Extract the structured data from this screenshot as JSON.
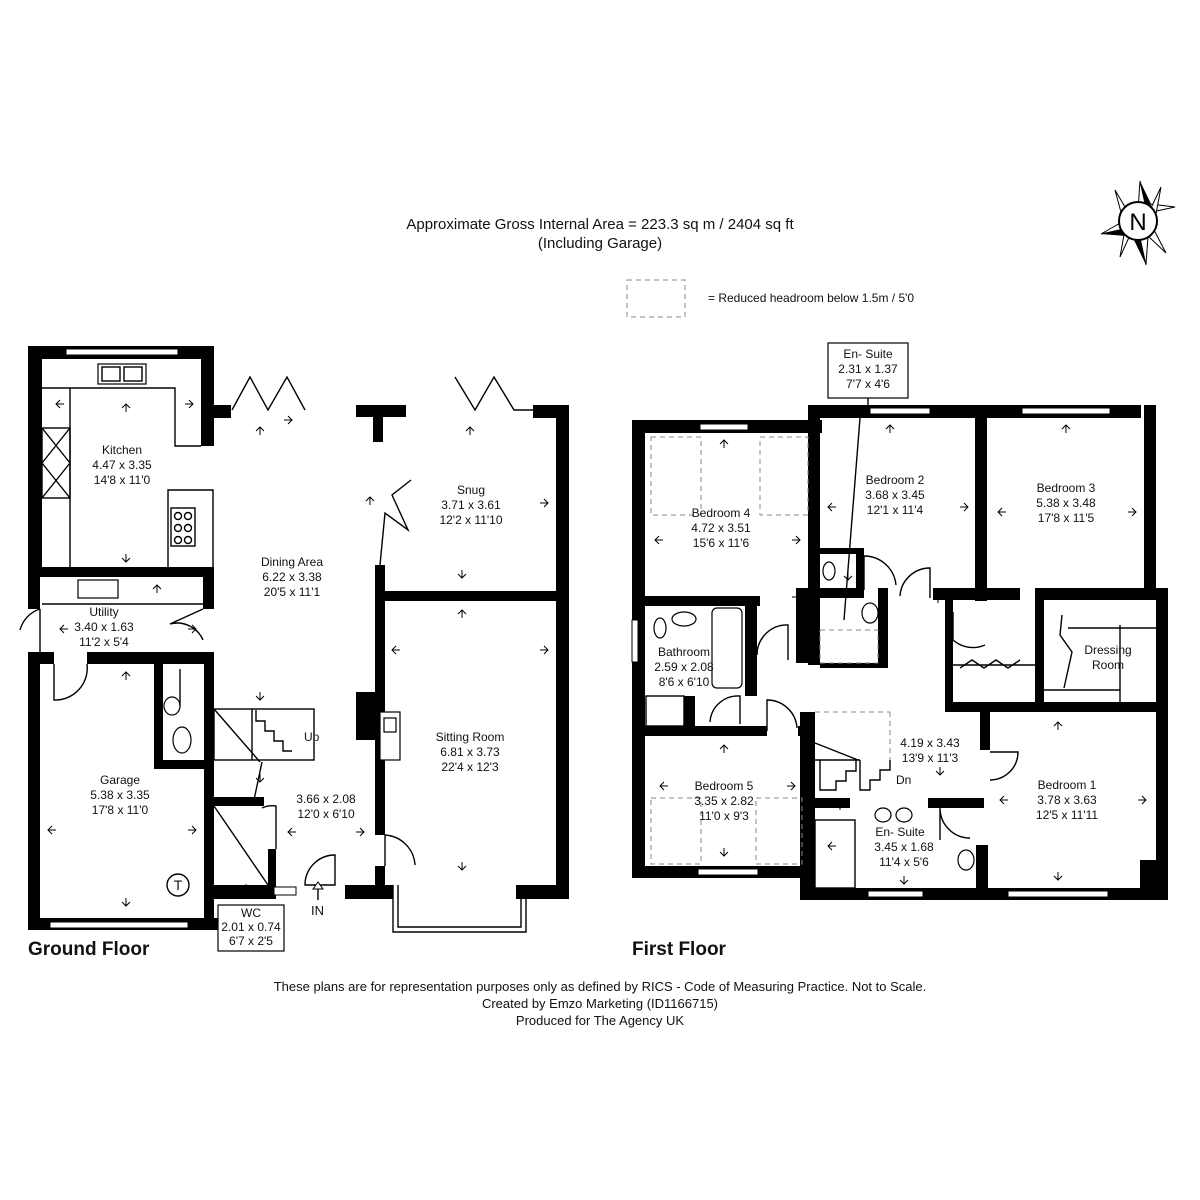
{
  "header": {
    "area_line": "Approximate Gross Internal Area = 223.3 sq m / 2404 sq ft",
    "garage_note": "(Including Garage)"
  },
  "legend": {
    "text": "= Reduced headroom below 1.5m / 5'0"
  },
  "compass": {
    "letter": "N",
    "icon": "compass-icon"
  },
  "floors": {
    "ground": {
      "label": "Ground Floor",
      "rooms": [
        {
          "name": "Kitchen",
          "metric": "4.47 x 3.35",
          "imperial": "14'8 x 11'0"
        },
        {
          "name": "Dining Area",
          "metric": "6.22 x 3.38",
          "imperial": "20'5 x 11'1"
        },
        {
          "name": "Snug",
          "metric": "3.71 x 3.61",
          "imperial": "12'2 x 11'10"
        },
        {
          "name": "Utility",
          "metric": "3.40 x 1.63",
          "imperial": "11'2 x 5'4"
        },
        {
          "name": "Garage",
          "metric": "5.38 x 3.35",
          "imperial": "17'8 x 11'0"
        },
        {
          "name": "Sitting Room",
          "metric": "6.81 x 3.73",
          "imperial": "22'4 x 12'3"
        },
        {
          "name": "",
          "metric": "3.66 x 2.08",
          "imperial": "12'0 x 6'10"
        },
        {
          "name": "WC",
          "metric": "2.01 x 0.74",
          "imperial": "6'7 x 2'5"
        }
      ],
      "up_label": "Up",
      "entrance_label": "IN",
      "tank_label": "T"
    },
    "first": {
      "label": "First Floor",
      "rooms": [
        {
          "name": "Bedroom 4",
          "metric": "4.72 x 3.51",
          "imperial": "15'6 x 11'6"
        },
        {
          "name": "Bedroom 2",
          "metric": "3.68 x 3.45",
          "imperial": "12'1 x 11'4"
        },
        {
          "name": "Bedroom 3",
          "metric": "5.38 x 3.48",
          "imperial": "17'8 x 11'5"
        },
        {
          "name": "En- Suite",
          "metric": "2.31 x 1.37",
          "imperial": "7'7 x 4'6"
        },
        {
          "name": "Bathroom",
          "metric": "2.59 x 2.08",
          "imperial": "8'6 x 6'10"
        },
        {
          "name": "Dressing Room",
          "metric": "",
          "imperial": ""
        },
        {
          "name": "",
          "metric": "4.19 x 3.43",
          "imperial": "13'9 x 11'3"
        },
        {
          "name": "Bedroom 5",
          "metric": "3.35 x 2.82",
          "imperial": "11'0 x 9'3"
        },
        {
          "name": "Bedroom 1",
          "metric": "3.78 x 3.63",
          "imperial": "12'5 x 11'11"
        },
        {
          "name": "En- Suite",
          "metric": "3.45 x 1.68",
          "imperial": "11'4 x 5'6"
        }
      ],
      "down_label": "Dn"
    }
  },
  "footer": {
    "disclaimer": "These plans are for representation purposes only as defined by RICS - Code of Measuring Practice. Not to Scale.",
    "created_by": "Created by Emzo Marketing (ID1166715)",
    "produced_for": "Produced for The Agency UK"
  }
}
